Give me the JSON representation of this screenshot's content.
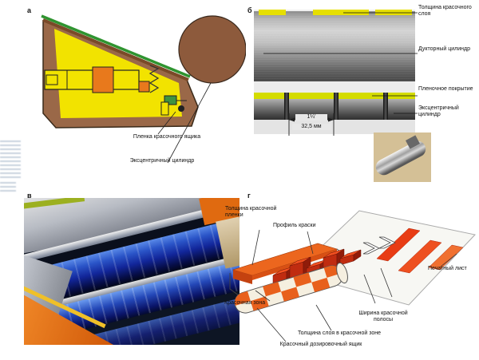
{
  "panels": {
    "a": {
      "letter": "а",
      "caption_film": "Пленка красочного ящика",
      "caption_cylinder": "Эксцентричный цилиндр"
    },
    "b": {
      "letter": "б",
      "label_ink_thickness": "Толщина красочного слоя",
      "label_ductor": "Дукторный цилиндр",
      "label_film_coating": "Пленочное покрытие",
      "label_eccentric": "Эксцентричный цилиндр",
      "dim_inches": "1¼'",
      "dim_mm": "32,5 мм"
    },
    "v": {
      "letter": "в"
    },
    "g": {
      "letter": "г",
      "label_film_thickness": "Толщина красочной пленки",
      "label_ink_profile": "Профиль краски",
      "label_printed_sheet": "Печатный лист",
      "label_ink_zone": "Красочная зона",
      "label_stripe_width": "Ширина красочной полосы",
      "label_zone_layer_thickness": "Толщина слоя в красочной зоне",
      "label_fountain": "Красочный дозировочный ящик"
    }
  },
  "colors": {
    "ink_yellow": "#f2e300",
    "fountain_brown": "#9a6848",
    "accent_green": "#2f9430",
    "machine_orange": "#e8791c",
    "ink_red": "#d93c14"
  }
}
